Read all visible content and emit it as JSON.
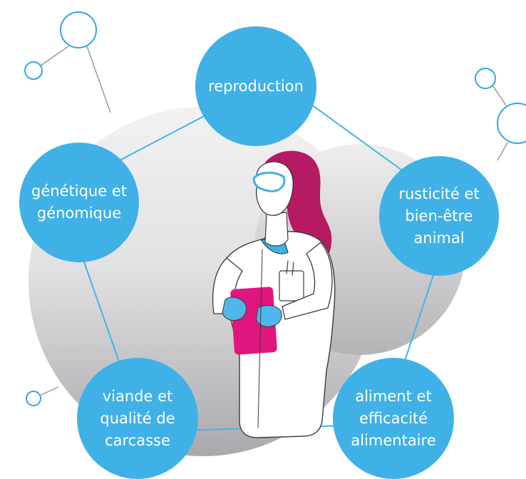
{
  "colors": {
    "node_fill": "#3fb1e6",
    "node_text": "#ffffff",
    "connector": "#45b4e8",
    "molecule": "#2ea9df",
    "backdrop": "#dfdfe1",
    "hair": "#b51a63",
    "skin": "#ffffff",
    "glove": "#4fb7ea",
    "clipboard": "#e0167f",
    "coat_outline": "#3a3a3a"
  },
  "nodes": {
    "reproduction": "reproduction",
    "genetique": "génétique et\ngénomique",
    "rusticite": "rusticité et\nbien-être\nanimal",
    "viande": "viande et\nqualité de\ncarcasse",
    "aliment": "aliment et\nefficacité\nalimentaire"
  },
  "illustration": {
    "subject": "scientist-with-clipboard",
    "icon": "molecule-icon"
  }
}
